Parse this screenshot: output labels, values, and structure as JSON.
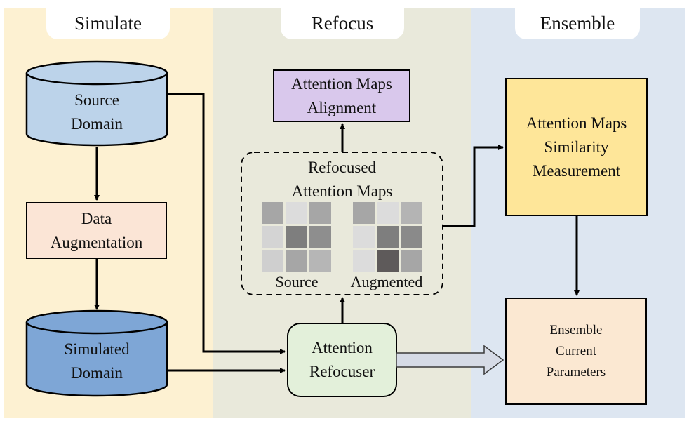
{
  "panels": {
    "simulate": {
      "title": "Simulate",
      "color": "#fdf1d2"
    },
    "refocus": {
      "title": "Refocus",
      "color": "#e9e9db"
    },
    "ensemble": {
      "title": "Ensemble",
      "color": "#dde6f1"
    }
  },
  "nodes": {
    "source_domain": {
      "lines": [
        "Source",
        "Domain"
      ],
      "fill": "#bcd3ea"
    },
    "data_augmentation": {
      "lines": [
        "Data",
        "Augmentation"
      ],
      "fill": "#fbe5d6"
    },
    "simulated_domain": {
      "lines": [
        "Simulated",
        "Domain"
      ],
      "fill": "#7ea6d6"
    },
    "attention_maps_alignment": {
      "lines": [
        "Attention Maps",
        "Alignment"
      ],
      "fill": "#d9c8ec"
    },
    "refocused_attention_maps": {
      "lines": [
        "Refocused",
        "Attention Maps"
      ]
    },
    "source_label": "Source",
    "augmented_label": "Augmented",
    "attention_refocuser": {
      "lines": [
        "Attention",
        "Refocuser"
      ],
      "fill": "#e3f0da"
    },
    "similarity_measurement": {
      "lines": [
        "Attention Maps",
        "Similarity",
        "Measurement"
      ],
      "fill": "#fee699"
    },
    "ensemble_parameters": {
      "lines": [
        "Ensemble",
        "Current",
        "Parameters"
      ],
      "fill": "#fbe8d2"
    }
  },
  "grids": {
    "source": [
      "#a6a6a6",
      "#dcdcdc",
      "#a6a6a6",
      "#d4d4d4",
      "#7e7e7e",
      "#8e8e8e",
      "#cfcfcf",
      "#a6a6a6",
      "#b6b6b6"
    ],
    "augmented": [
      "#a6a6a6",
      "#dcdcdc",
      "#b4b4b4",
      "#dcdcdc",
      "#7e7e7e",
      "#8a8a8a",
      "#dcdcdc",
      "#5e5a5a",
      "#a6a6a6"
    ]
  }
}
